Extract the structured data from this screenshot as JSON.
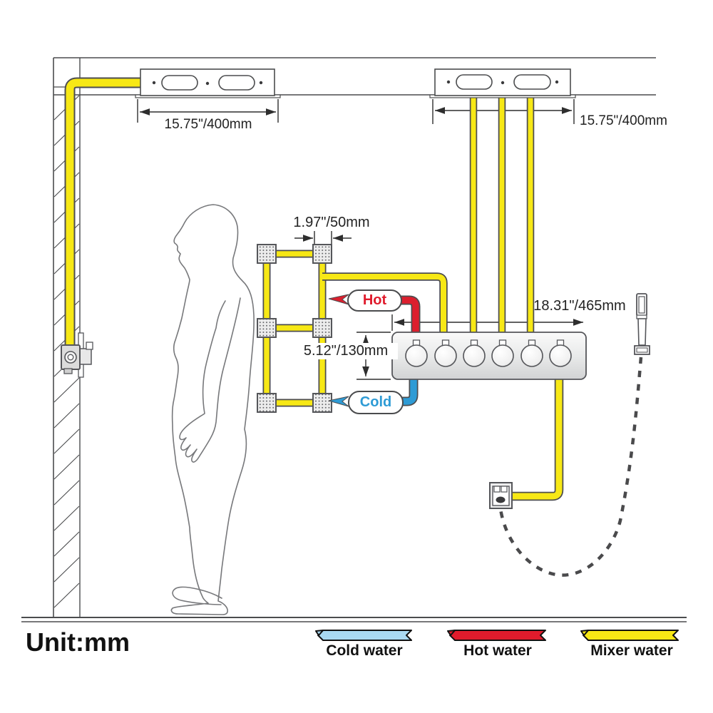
{
  "diagram": {
    "unit_label": "Unit:mm",
    "hot_label": "Hot",
    "cold_label": "Cold",
    "dimensions": {
      "ceiling_bracket_left": "15.75\"/400mm",
      "ceiling_bracket_right": "15.75\"/400mm",
      "body_jet_size": "1.97\"/50mm",
      "valve_panel_height": "5.12\"/130mm",
      "valve_panel_width": "18.31\"/465mm"
    },
    "legend": [
      {
        "name": "cold",
        "label": "Cold water",
        "color": "#A9D9F2"
      },
      {
        "name": "hot",
        "label": "Hot water",
        "color": "#E01B2C"
      },
      {
        "name": "mixer",
        "label": "Mixer water",
        "color": "#F7E815"
      }
    ],
    "colors": {
      "cold_pipe": "#2E9BD5",
      "hot_pipe": "#DC1F2E",
      "mixer_pipe": "#F7E815",
      "outline": "#4D4D4F"
    },
    "valve_panel": {
      "knob_count": 6
    }
  }
}
